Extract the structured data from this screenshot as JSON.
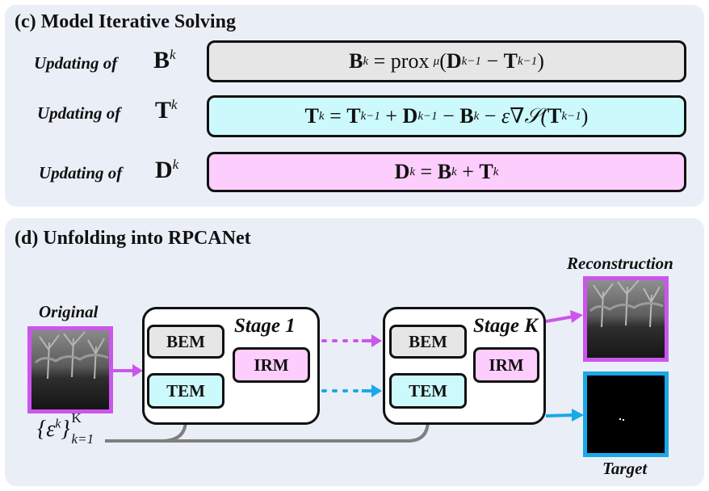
{
  "panel_c": {
    "title": "(c) Model Iterative Solving",
    "updating_label": "Updating of",
    "rows": [
      {
        "var": "B",
        "superscript": "k",
        "equation_color": "#e6e6e6"
      },
      {
        "var": "T",
        "superscript": "k",
        "equation_color": "#ccfafc"
      },
      {
        "var": "D",
        "superscript": "k",
        "equation_color": "#fdcdfd"
      }
    ],
    "equations": {
      "b_lhs": "B",
      "b_prox": "prox",
      "b_mu": "μ",
      "b_d": "D",
      "b_t": "T",
      "t_lhs": "T",
      "t_t": "T",
      "t_d": "D",
      "t_b": "B",
      "t_eps": "ε∇𝒮(",
      "t_t2": "T",
      "d_lhs": "D",
      "d_b": "B",
      "d_t": "T",
      "k": "k",
      "km1": "k−1"
    }
  },
  "panel_d": {
    "title": "(d) Unfolding into RPCANet",
    "original_label": "Original",
    "reconstruction_label": "Reconstruction",
    "target_label": "Target",
    "stage1_label": "Stage 1",
    "stageK_label": "Stage K",
    "modules": {
      "bem": "BEM",
      "tem": "TEM",
      "irm": "IRM"
    },
    "epsilon": {
      "base": "{ε",
      "sup_k": "k",
      "close": "}",
      "sup_K": "K",
      "sub": "k=1"
    }
  },
  "colors": {
    "panel_bg": "#eaeff7",
    "bem_fill": "#e6e6e6",
    "tem_fill": "#ccfafc",
    "irm_fill": "#fdcdfd",
    "magenta_arrow": "#cc55ee",
    "blue_arrow": "#1aa8e8",
    "gray_arrow": "#7f7f7f"
  }
}
